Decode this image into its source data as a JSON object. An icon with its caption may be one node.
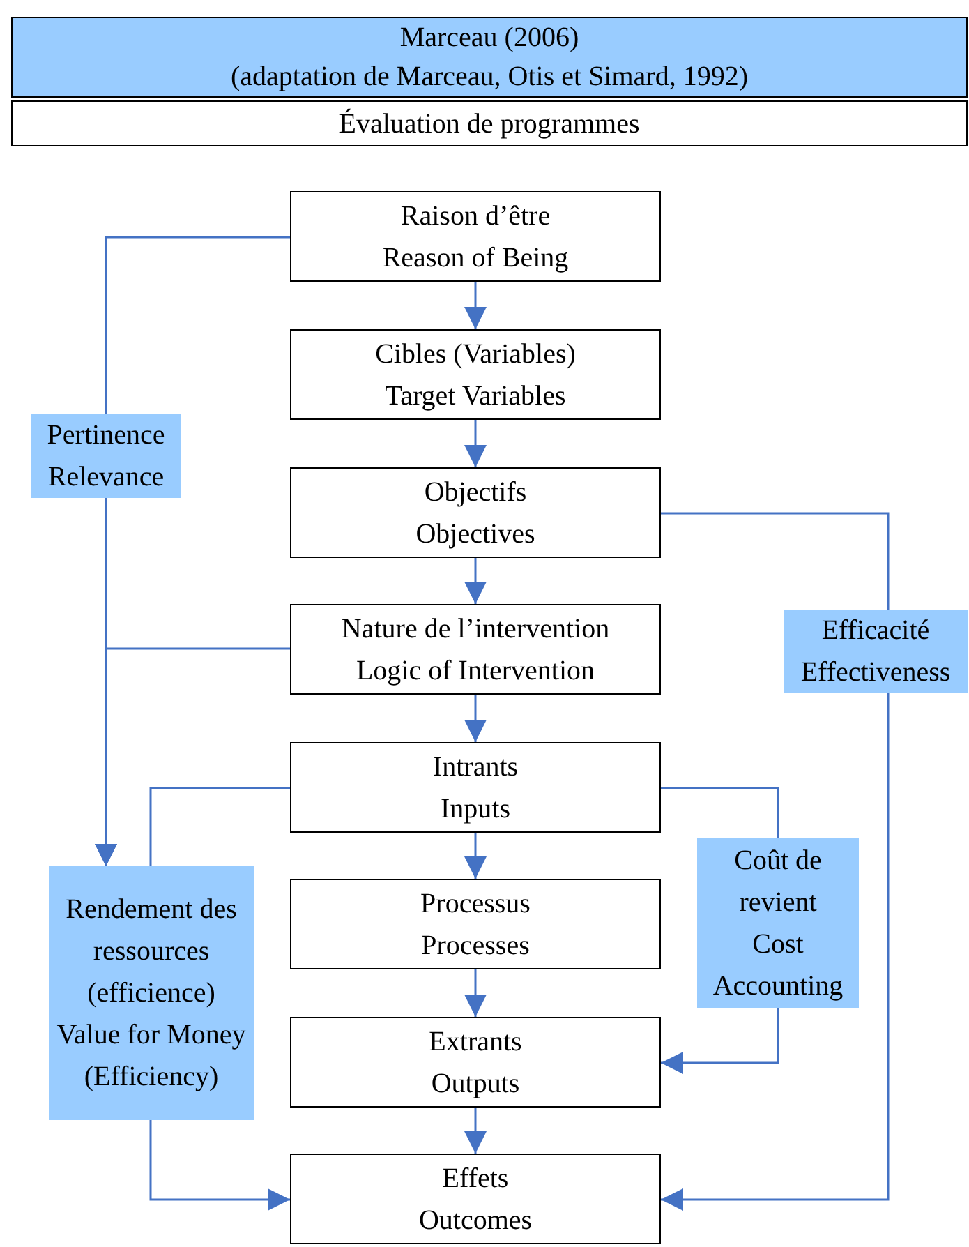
{
  "diagram": {
    "nodes": [
      {
        "text": [
          "Marceau (2006)",
          "(adaptation de Marceau, Otis et Simard, 1992)"
        ]
      },
      {
        "text": [
          "Évaluation de programmes"
        ]
      },
      {
        "text": [
          "Raison d’être",
          "Reason of Being"
        ]
      },
      {
        "text": [
          "Cibles (Variables)",
          "Target Variables"
        ]
      },
      {
        "text": [
          "Objectifs",
          "Objectives"
        ]
      },
      {
        "text": [
          "Nature de l’intervention",
          "Logic of Intervention"
        ]
      },
      {
        "text": [
          "Intrants",
          "Inputs"
        ]
      },
      {
        "text": [
          "Processus",
          "Processes"
        ]
      },
      {
        "text": [
          "Extrants",
          "Outputs"
        ]
      },
      {
        "text": [
          "Effets",
          "Outcomes"
        ]
      },
      {
        "text": [
          "Pertinence",
          "Relevance"
        ]
      },
      {
        "text": [
          "Efficacité",
          "Effectiveness"
        ]
      },
      {
        "text": [
          "Rendement des ressources (efficience)",
          "Value for Money (Efficiency)"
        ]
      },
      {
        "text": [
          "Coût de revient",
          "Cost Accounting"
        ]
      }
    ],
    "edges": [
      {
        "from": 2,
        "to": 3,
        "arrow": "to"
      },
      {
        "from": 3,
        "to": 4,
        "arrow": "to"
      },
      {
        "from": 4,
        "to": 5,
        "arrow": "to"
      },
      {
        "from": 5,
        "to": 6,
        "arrow": "to"
      },
      {
        "from": 6,
        "to": 7,
        "arrow": "to"
      },
      {
        "from": 7,
        "to": 8,
        "arrow": "to"
      },
      {
        "from": 8,
        "to": 9,
        "arrow": "to"
      },
      {
        "from": 2,
        "to": 10,
        "arrow": "none"
      },
      {
        "from": 10,
        "to": 12,
        "arrow": "to"
      },
      {
        "from": 5,
        "to": 12,
        "arrow": "to"
      },
      {
        "from": 4,
        "to": 11,
        "arrow": "none"
      },
      {
        "from": 11,
        "to": 9,
        "arrow": "to"
      },
      {
        "from": 6,
        "to": 12,
        "arrow": "none"
      },
      {
        "from": 12,
        "to": 9,
        "arrow": "to"
      },
      {
        "from": 6,
        "to": 13,
        "arrow": "none"
      },
      {
        "from": 13,
        "to": 8,
        "arrow": "to"
      }
    ]
  }
}
